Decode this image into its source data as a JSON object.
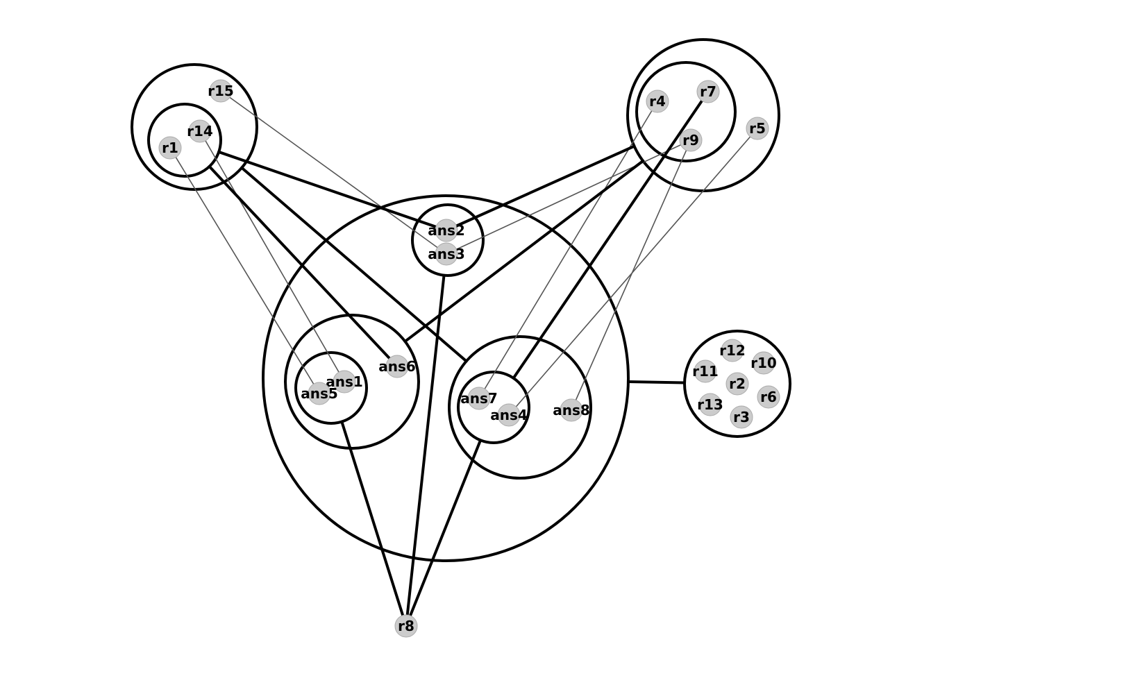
{
  "diagram": {
    "nodes": [
      {
        "id": "r15",
        "label": "r15"
      },
      {
        "id": "r14",
        "label": "r14"
      },
      {
        "id": "r1",
        "label": "r1"
      },
      {
        "id": "r4",
        "label": "r4"
      },
      {
        "id": "r7",
        "label": "r7"
      },
      {
        "id": "r9",
        "label": "r9"
      },
      {
        "id": "r5",
        "label": "r5"
      },
      {
        "id": "ans2",
        "label": "ans2"
      },
      {
        "id": "ans3",
        "label": "ans3"
      },
      {
        "id": "ans6",
        "label": "ans6"
      },
      {
        "id": "ans1",
        "label": "ans1"
      },
      {
        "id": "ans5",
        "label": "ans5"
      },
      {
        "id": "ans7",
        "label": "ans7"
      },
      {
        "id": "ans4",
        "label": "ans4"
      },
      {
        "id": "ans8",
        "label": "ans8"
      },
      {
        "id": "r12",
        "label": "r12"
      },
      {
        "id": "r10",
        "label": "r10"
      },
      {
        "id": "r11",
        "label": "r11"
      },
      {
        "id": "r2",
        "label": "r2"
      },
      {
        "id": "r6",
        "label": "r6"
      },
      {
        "id": "r13",
        "label": "r13"
      },
      {
        "id": "r3",
        "label": "r3"
      },
      {
        "id": "r8",
        "label": "r8"
      }
    ],
    "groups": [
      {
        "id": "g-top-left-outer",
        "members": [
          "r15",
          "r14",
          "r1"
        ]
      },
      {
        "id": "g-top-left-inner",
        "members": [
          "r14",
          "r1"
        ]
      },
      {
        "id": "g-top-right-outer",
        "members": [
          "r4",
          "r7",
          "r9",
          "r5"
        ]
      },
      {
        "id": "g-top-right-inner",
        "members": [
          "r4",
          "r7",
          "r9"
        ]
      },
      {
        "id": "g-center-big",
        "members": [
          "ans2",
          "ans3",
          "ans6",
          "ans1",
          "ans5",
          "ans7",
          "ans4",
          "ans8"
        ]
      },
      {
        "id": "g-ans2-ans3",
        "members": [
          "ans2",
          "ans3"
        ]
      },
      {
        "id": "g-left-mid",
        "members": [
          "ans6",
          "ans1",
          "ans5"
        ]
      },
      {
        "id": "g-ans1-ans5",
        "members": [
          "ans1",
          "ans5"
        ]
      },
      {
        "id": "g-right-mid",
        "members": [
          "ans7",
          "ans4",
          "ans8"
        ]
      },
      {
        "id": "g-ans7-ans4",
        "members": [
          "ans7",
          "ans4"
        ]
      },
      {
        "id": "g-right-cluster",
        "members": [
          "r12",
          "r10",
          "r11",
          "r2",
          "r6",
          "r13",
          "r3"
        ]
      }
    ],
    "edges": [
      {
        "from": "r15",
        "to": "ans3",
        "weight": "thin"
      },
      {
        "from": "r14",
        "to": "ans1",
        "weight": "thin"
      },
      {
        "from": "r1",
        "to": "ans5",
        "weight": "thin"
      },
      {
        "from": "r4",
        "to": "ans7",
        "weight": "thin"
      },
      {
        "from": "r9",
        "to": "ans8",
        "weight": "thin"
      },
      {
        "from": "r5",
        "to": "ans4",
        "weight": "thin"
      },
      {
        "from": "r9",
        "to": "ans3",
        "weight": "thin"
      },
      {
        "from": "g-top-left-inner",
        "to": "ans2",
        "weight": "thick"
      },
      {
        "from": "g-top-left-inner",
        "to": "ans6",
        "weight": "thick"
      },
      {
        "from": "g-top-left-outer",
        "to": "g-right-mid",
        "weight": "thick"
      },
      {
        "from": "g-top-right-outer",
        "to": "ans2",
        "weight": "thick"
      },
      {
        "from": "g-top-right-outer",
        "to": "g-left-mid",
        "weight": "thick"
      },
      {
        "from": "r7",
        "to": "g-ans7-ans4",
        "weight": "thick"
      },
      {
        "from": "g-ans2-ans3",
        "to": "r8",
        "weight": "thick"
      },
      {
        "from": "g-ans1-ans5",
        "to": "r8",
        "weight": "thick"
      },
      {
        "from": "g-ans7-ans4",
        "to": "r8",
        "weight": "thick"
      },
      {
        "from": "g-center-big",
        "to": "g-right-cluster",
        "weight": "thick"
      }
    ]
  }
}
